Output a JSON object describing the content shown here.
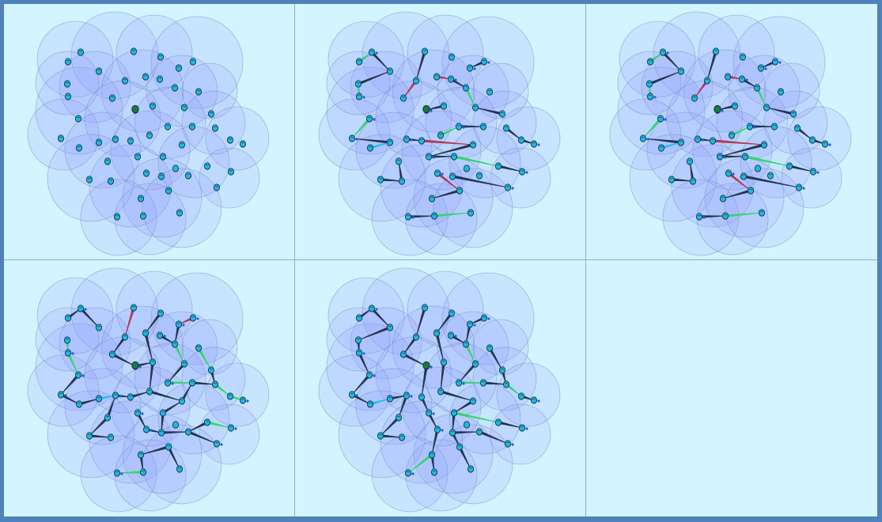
{
  "colors": {
    "frame_border": "#4f82bb",
    "panel_background": "#d3f5ff",
    "divider": "#8fb0c8",
    "range_fill": "#8c96ff",
    "range_stroke": "#6f8fb8",
    "node_fill": "#1fb8e0",
    "node_stroke": "#12314d",
    "root_node_fill": "#1b7a3a",
    "link_dark": "#23364f",
    "link_green": "#34d66a",
    "link_red": "#b23a55",
    "link_cyan": "#2fb8f0",
    "packet_blue": "#2c56f0"
  },
  "panels": [
    {
      "id": 1,
      "links": "none"
    },
    {
      "id": 2,
      "links": "partial"
    },
    {
      "id": 3,
      "links": "partial"
    },
    {
      "id": 4,
      "links": "dense"
    },
    {
      "id": 5,
      "links": "tree"
    },
    {
      "id": 6,
      "links": "empty"
    }
  ]
}
